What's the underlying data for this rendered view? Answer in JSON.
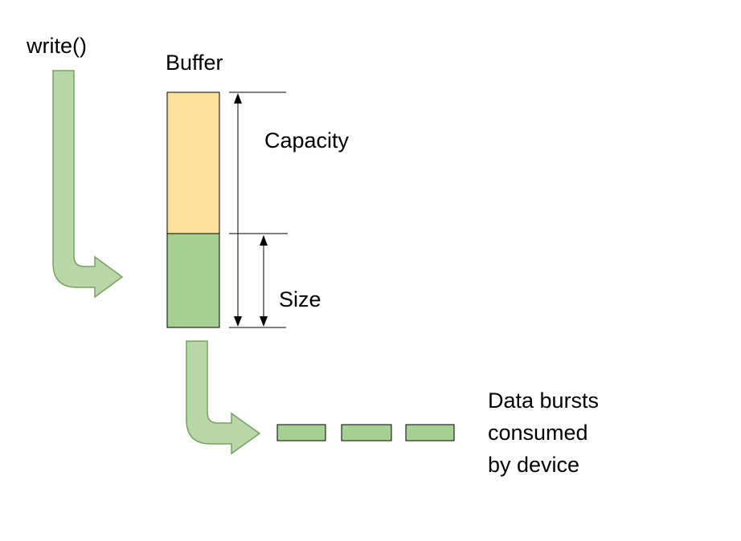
{
  "diagram": {
    "write_label": "write()",
    "buffer_label": "Buffer",
    "capacity_label": "Capacity",
    "size_label": "Size",
    "data_bursts_lines": [
      "Data bursts",
      "consumed",
      "by device"
    ],
    "dash_count": 3,
    "colors": {
      "arrow_fill": "#b7d7a8",
      "arrow_stroke": "#79a060",
      "capacity_fill": "#fbe29b",
      "size_fill": "#a6cf92",
      "dash_fill": "#a6cf92",
      "outline": "#000000"
    }
  }
}
